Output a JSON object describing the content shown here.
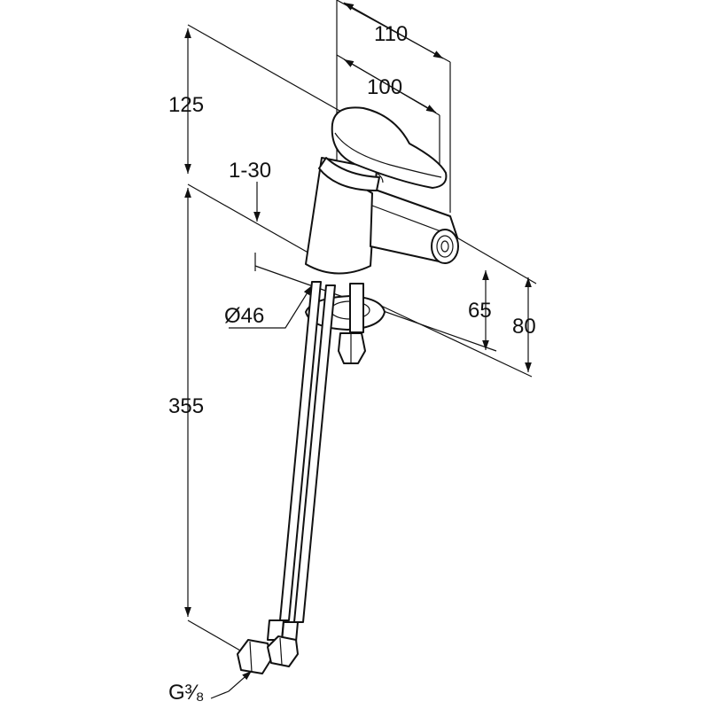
{
  "dimensions": {
    "width_110": "110",
    "width_100": "100",
    "height_125": "125",
    "tilt": "1-30",
    "diameter": "Ø46",
    "height_65": "65",
    "height_80": "80",
    "hose_355": "355",
    "thread": "G³⁄₈"
  }
}
